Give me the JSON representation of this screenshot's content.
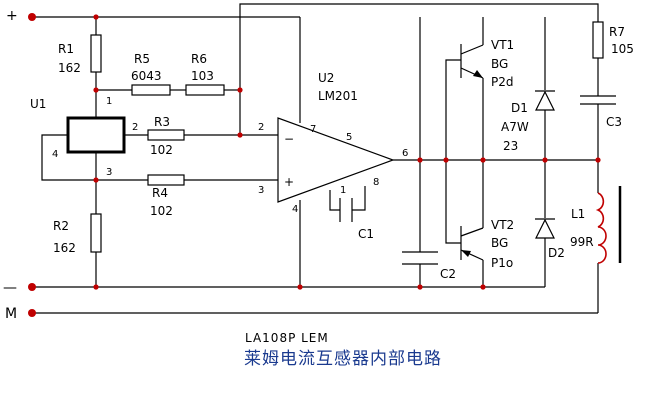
{
  "terminals": {
    "plus": "+",
    "minus": "—",
    "m": "M"
  },
  "pins": {
    "u1_1": "1",
    "u1_2": "2",
    "u1_3": "3",
    "u1_4": "4",
    "u2_2": "2",
    "u2_3": "3",
    "u2_4": "4",
    "u2_5": "5",
    "u2_6": "6",
    "u2_7": "7",
    "u2_1": "1",
    "u2_8": "8",
    "minus_sign": "−",
    "plus_sign": "+"
  },
  "components": {
    "r1": {
      "name": "R1",
      "value": "162"
    },
    "r2": {
      "name": "R2",
      "value": "162"
    },
    "r3": {
      "name": "R3",
      "value": "102"
    },
    "r4": {
      "name": "R4",
      "value": "102"
    },
    "r5": {
      "name": "R5",
      "value": "6043"
    },
    "r6": {
      "name": "R6",
      "value": "103"
    },
    "r7": {
      "name": "R7",
      "value": "105"
    },
    "u1": {
      "name": "U1"
    },
    "u2": {
      "name": "U2",
      "value": "LM201"
    },
    "c1": {
      "name": "C1"
    },
    "c2": {
      "name": "C2"
    },
    "c3": {
      "name": "C3"
    },
    "vt1": {
      "name": "VT1",
      "line1": "BG",
      "line2": "P2d"
    },
    "vt2": {
      "name": "VT2",
      "line1": "BG",
      "line2": "P1o"
    },
    "d1": {
      "name": "D1",
      "line1": "A7W",
      "line2": "23"
    },
    "d2": {
      "name": "D2"
    },
    "l1": {
      "name": "L1",
      "value": "99R"
    }
  },
  "caption": {
    "model": "LA108P   LEM",
    "title": "莱姆电流互感器内部电路"
  }
}
